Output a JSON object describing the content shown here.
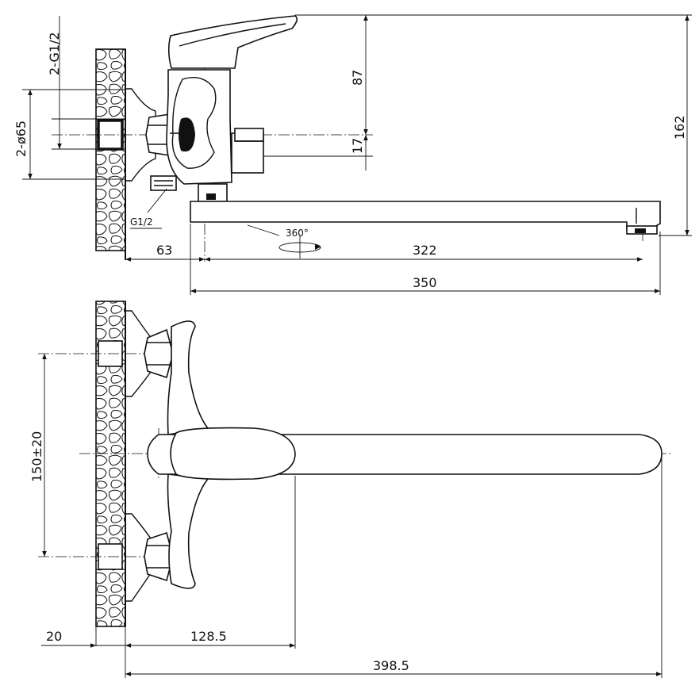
{
  "dimensions": {
    "top_view": {
      "thread_top": "2-G1/2",
      "diameter": "2-ø65",
      "outlet_thread": "G1/2",
      "rotation": "360°",
      "h_87": "87",
      "h_17": "17",
      "h_162": "162",
      "w_63": "63",
      "w_322": "322",
      "w_350": "350"
    },
    "front_view": {
      "spacing": "150±20",
      "w_20": "20",
      "w_128_5": "128.5",
      "w_398_5": "398.5"
    }
  }
}
